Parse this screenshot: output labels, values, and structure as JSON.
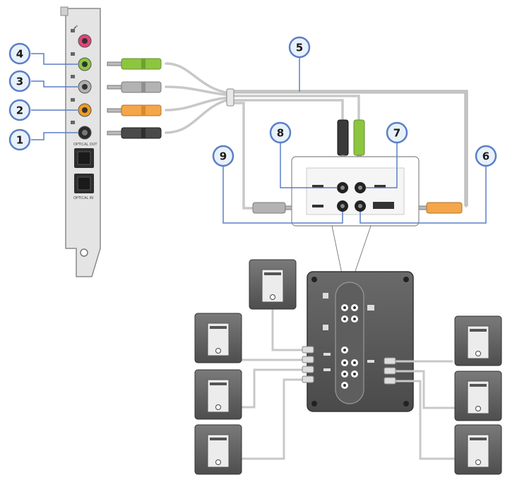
{
  "card": {
    "optical_out_label": "OPTICAL OUT",
    "optical_in_label": "OPTICAL IN"
  },
  "callouts": [
    "1",
    "2",
    "3",
    "4",
    "5",
    "6",
    "7",
    "8",
    "9"
  ],
  "colors": {
    "green": "#8cc63f",
    "pink": "#e0457b",
    "gray": "#a8a8a8",
    "orange": "#f39a1e",
    "black": "#2b2b2b",
    "callout_line": "#5b7fc7",
    "callout_fill": "#e9f1fb",
    "cable": "#c8c8c8",
    "panel": "#555555"
  }
}
